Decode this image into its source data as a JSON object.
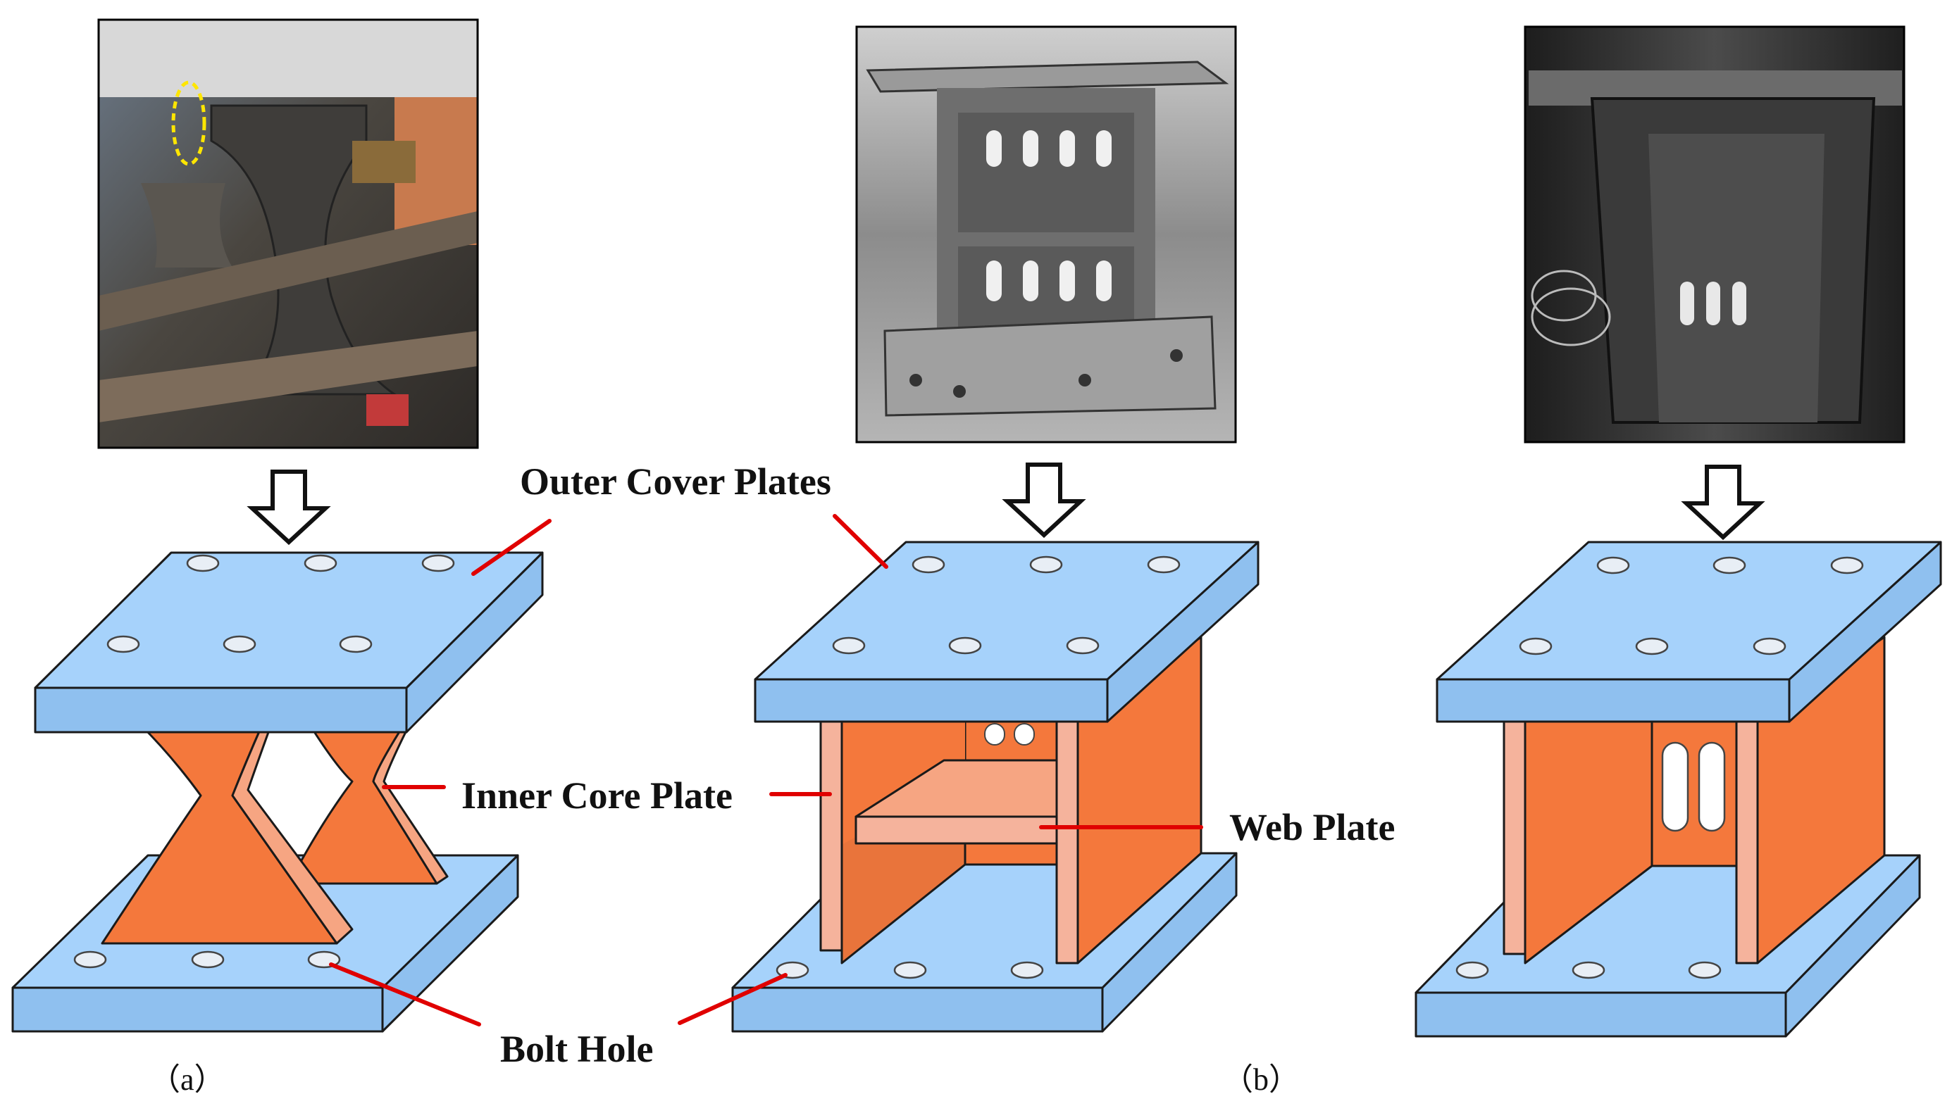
{
  "labels": {
    "outer_cover_plates": "Outer Cover Plates",
    "inner_core_plate": "Inner Core Plate",
    "web_plate": "Web Plate",
    "bolt_hole": "Bolt Hole"
  },
  "captions": {
    "a": "（a）",
    "b": "（b）"
  },
  "colors": {
    "plate_top": "#a6d2fb",
    "plate_side": "#8fc0ef",
    "core": "#f4783c",
    "core_dark": "#e2662b",
    "core_light": "#f6a582",
    "stiffener": "#f5b39c",
    "leader": "#e00000",
    "outline": "#1a1a1a"
  }
}
